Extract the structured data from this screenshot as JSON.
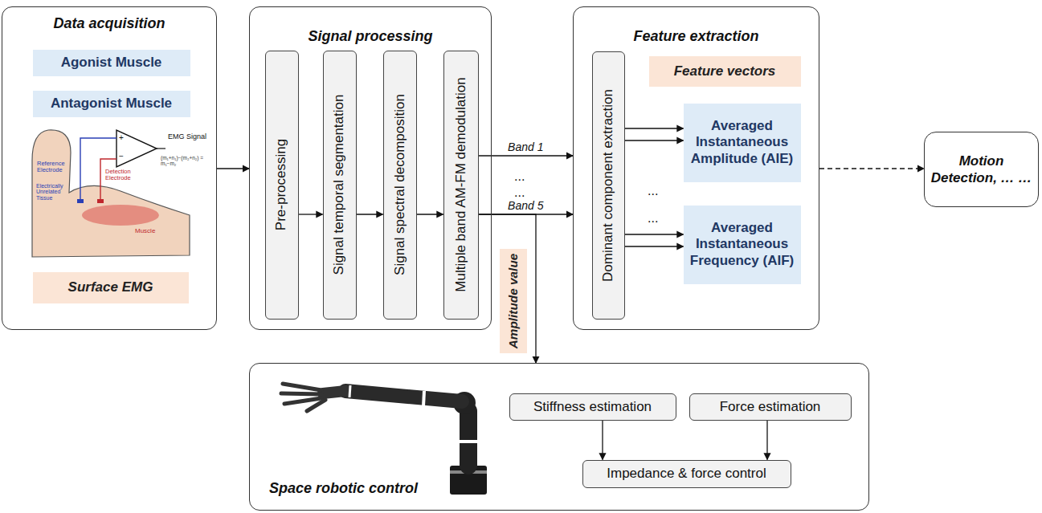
{
  "diagram": {
    "nodes": [
      {
        "text": [
          "Data acquisition"
        ]
      },
      {
        "text": [
          "Agonist Muscle"
        ],
        "in": 0
      },
      {
        "text": [
          "Antagonist Muscle"
        ],
        "in": 0
      },
      {
        "text": [
          "Surface EMG"
        ],
        "in": 0
      },
      {
        "text": [
          "Signal processing"
        ]
      },
      {
        "text": [
          "Pre-processing"
        ],
        "in": 4
      },
      {
        "text": [
          "Signal temporal segmentation"
        ],
        "in": 4
      },
      {
        "text": [
          "Signal spectral decomposition"
        ],
        "in": 4
      },
      {
        "text": [
          "Multiple band AM-FM demodulation"
        ],
        "in": 4
      },
      {
        "text": [
          "Feature extraction"
        ]
      },
      {
        "text": [
          "Dominant component extraction"
        ],
        "in": 9
      },
      {
        "text": [
          "Feature vectors"
        ],
        "in": 9
      },
      {
        "text": [
          "Averaged Instantaneous Amplitude (AIE)"
        ],
        "in": 9
      },
      {
        "text": [
          "Averaged Instantaneous Frequency (AIF)"
        ],
        "in": 9
      },
      {
        "text": [
          "Motion Detection, … …"
        ]
      },
      {
        "text": [
          "Amplitude value"
        ]
      },
      {
        "text": [
          "Space robotic control"
        ]
      },
      {
        "text": [
          "Stiffness estimation"
        ],
        "in": 16
      },
      {
        "text": [
          "Force estimation"
        ],
        "in": 16
      },
      {
        "text": [
          "Impedance & force control"
        ],
        "in": 16
      }
    ],
    "edges": [
      {
        "from": 0,
        "to": 4,
        "arrow": "to"
      },
      {
        "from": 5,
        "to": 6,
        "arrow": "to"
      },
      {
        "from": 6,
        "to": 7,
        "arrow": "to"
      },
      {
        "from": 7,
        "to": 8,
        "arrow": "to"
      },
      {
        "from": 8,
        "to": 9,
        "label": "Band 1",
        "arrow": "to"
      },
      {
        "from": 8,
        "to": 9,
        "label": "Band 5",
        "arrow": "to"
      },
      {
        "from": 8,
        "to": 16,
        "arrow": "to"
      },
      {
        "from": 10,
        "to": 12,
        "arrow": "to"
      },
      {
        "from": 10,
        "to": 12,
        "arrow": "to"
      },
      {
        "from": 10,
        "to": 13,
        "arrow": "to"
      },
      {
        "from": 10,
        "to": 13,
        "arrow": "to"
      },
      {
        "from": 9,
        "to": 14,
        "arrow": "to"
      },
      {
        "from": 17,
        "to": 19,
        "arrow": "to"
      },
      {
        "from": 18,
        "to": 19,
        "arrow": "to"
      }
    ],
    "labels": [
      "EMG Signal",
      "Reference Electrode",
      "Detection Electrode",
      "Muscle",
      "Electrically Unrelated Tissue",
      "+",
      "−",
      "(m₁+n₁)−(m₂+n₂) = m₁−m₂",
      "...",
      "...",
      "...",
      "..."
    ]
  }
}
